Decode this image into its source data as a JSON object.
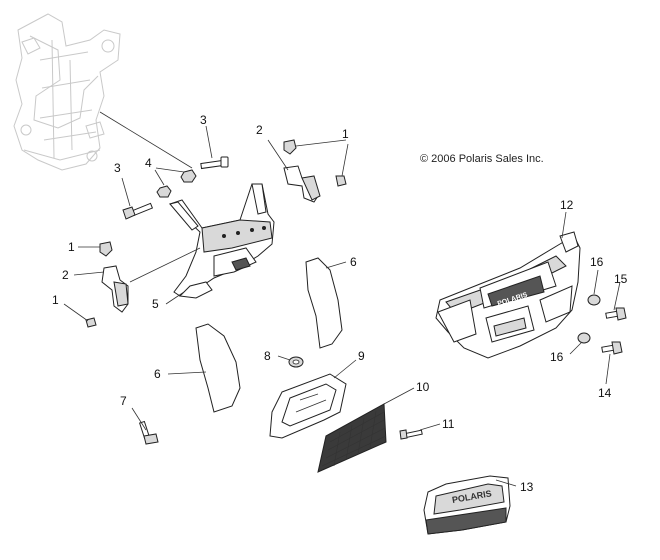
{
  "copyright": "© 2006 Polaris Sales Inc.",
  "brand_mark": "POLARIS",
  "callouts": [
    {
      "id": "c1a",
      "label": "1"
    },
    {
      "id": "c1b",
      "label": "1"
    },
    {
      "id": "c1c",
      "label": "1"
    },
    {
      "id": "c2a",
      "label": "2"
    },
    {
      "id": "c2b",
      "label": "2"
    },
    {
      "id": "c3a",
      "label": "3"
    },
    {
      "id": "c3b",
      "label": "3"
    },
    {
      "id": "c4",
      "label": "4"
    },
    {
      "id": "c5",
      "label": "5"
    },
    {
      "id": "c6a",
      "label": "6"
    },
    {
      "id": "c6b",
      "label": "6"
    },
    {
      "id": "c7",
      "label": "7"
    },
    {
      "id": "c8",
      "label": "8"
    },
    {
      "id": "c9",
      "label": "9"
    },
    {
      "id": "c10",
      "label": "10"
    },
    {
      "id": "c11",
      "label": "11"
    },
    {
      "id": "c12",
      "label": "12"
    },
    {
      "id": "c13",
      "label": "13"
    },
    {
      "id": "c14",
      "label": "14"
    },
    {
      "id": "c15",
      "label": "15"
    },
    {
      "id": "c16a",
      "label": "16"
    },
    {
      "id": "c16b",
      "label": "16"
    }
  ]
}
